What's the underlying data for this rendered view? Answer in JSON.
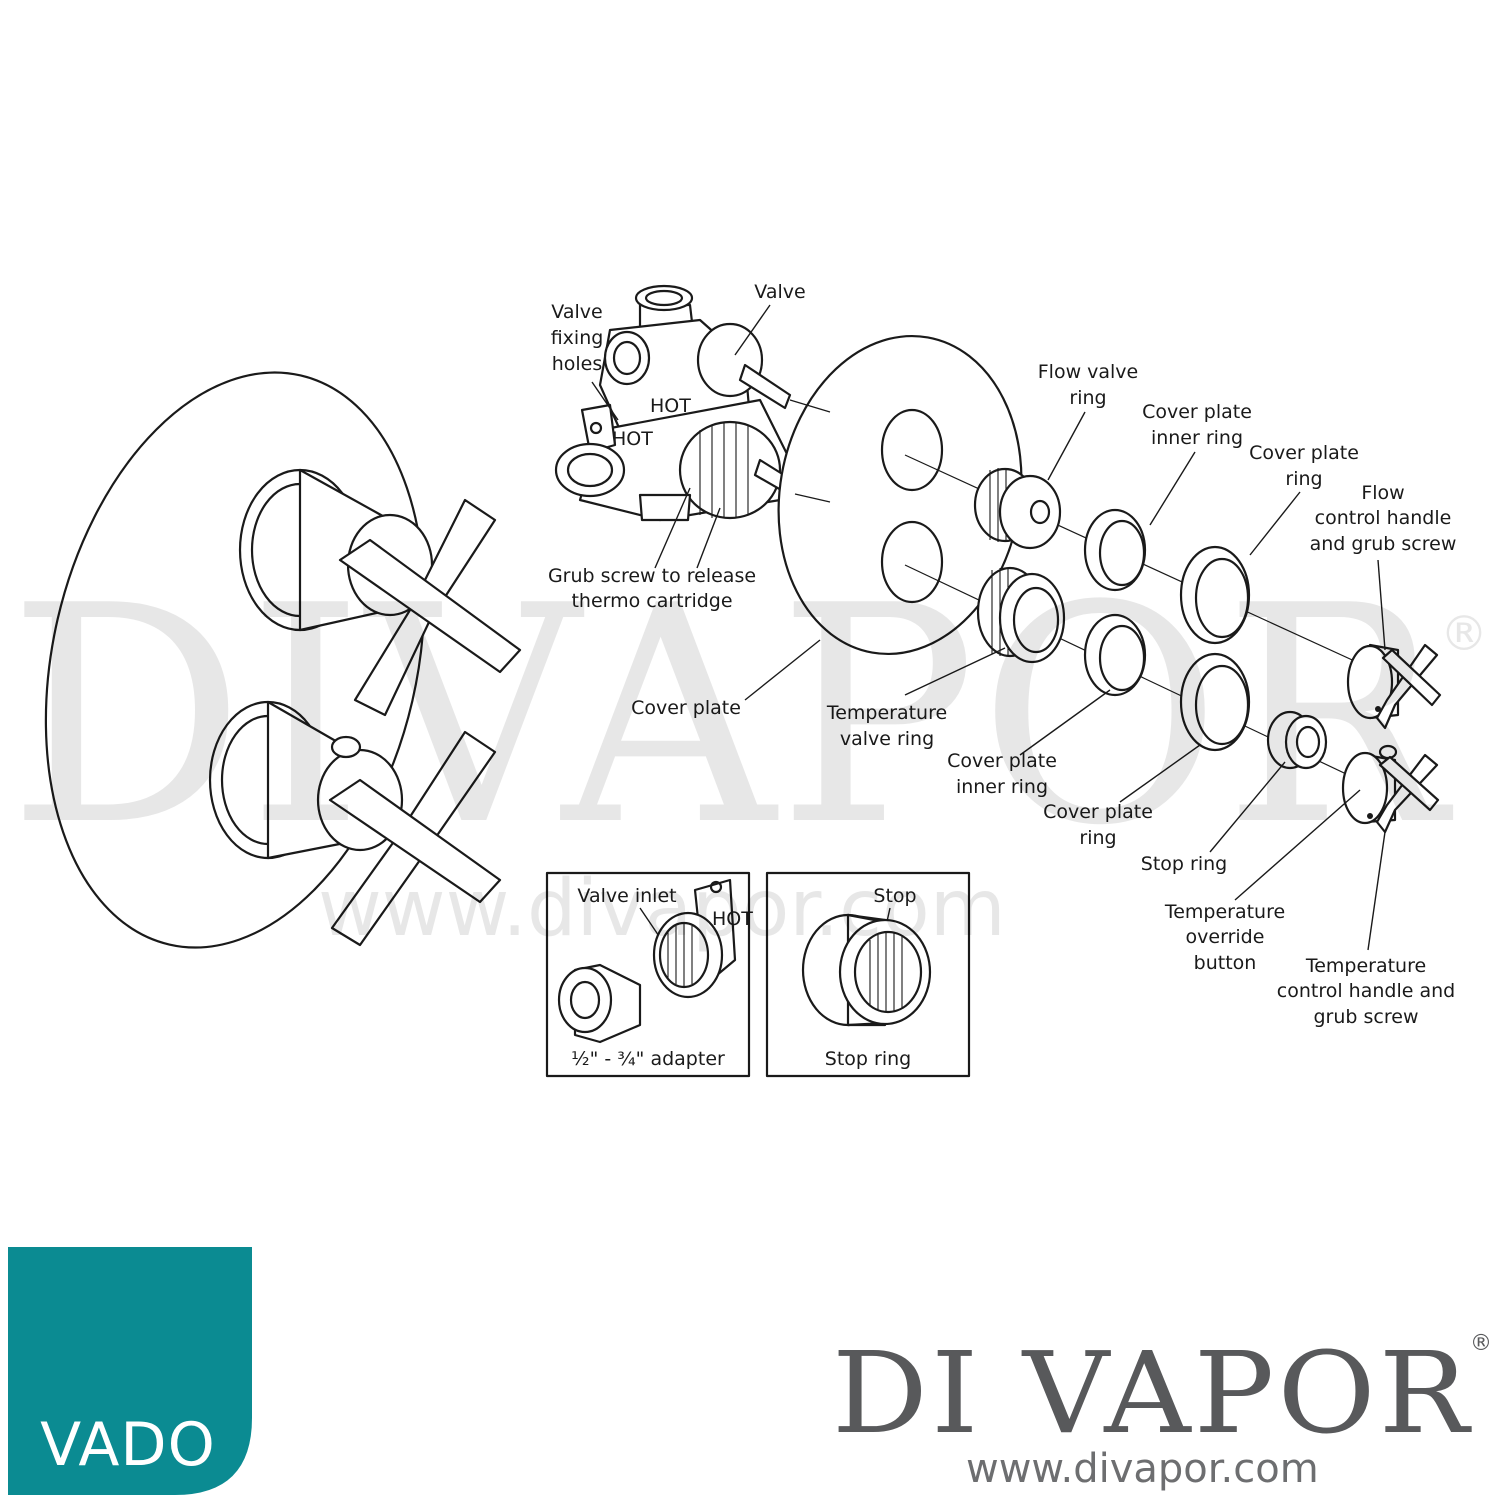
{
  "labels": {
    "valve": "Valve",
    "valve_fixing_holes": [
      "Valve",
      "fixing",
      "holes"
    ],
    "grub_screw_release": [
      "Grub screw to release",
      "thermo cartridge"
    ],
    "cover_plate": "Cover plate",
    "flow_valve_ring": [
      "Flow valve",
      "ring"
    ],
    "temperature_valve_ring": [
      "Temperature",
      "valve ring"
    ],
    "cover_plate_inner_ring_top": [
      "Cover plate",
      "inner ring"
    ],
    "cover_plate_inner_ring_bottom": [
      "Cover plate",
      "inner ring"
    ],
    "cover_plate_ring_top": [
      "Cover plate",
      "ring"
    ],
    "cover_plate_ring_bottom": [
      "Cover plate",
      "ring"
    ],
    "flow_control_handle": [
      "Flow",
      "control handle",
      "and grub screw"
    ],
    "stop_ring": "Stop ring",
    "temperature_override_button": [
      "Temperature",
      "override",
      "button"
    ],
    "temperature_control_handle": [
      "Temperature",
      "control handle and",
      "grub screw"
    ]
  },
  "inset_adapter": {
    "valve_inlet": "Valve inlet",
    "adapter": "½\" - ¾\" adapter",
    "stamp": "HOT"
  },
  "inset_stop": {
    "stop": "Stop",
    "stop_ring": "Stop ring"
  },
  "valve_stamps": [
    "HOT",
    "HOT"
  ],
  "watermark": {
    "name": "DIVAPOR",
    "registered": "®",
    "url": "www.divapor.com"
  },
  "brand": {
    "vado": "VADO",
    "vado_color": "#0b8b92",
    "name": "DI VAPOR",
    "registered": "®",
    "url": "www.divapor.com",
    "text_color": "#58595b"
  }
}
